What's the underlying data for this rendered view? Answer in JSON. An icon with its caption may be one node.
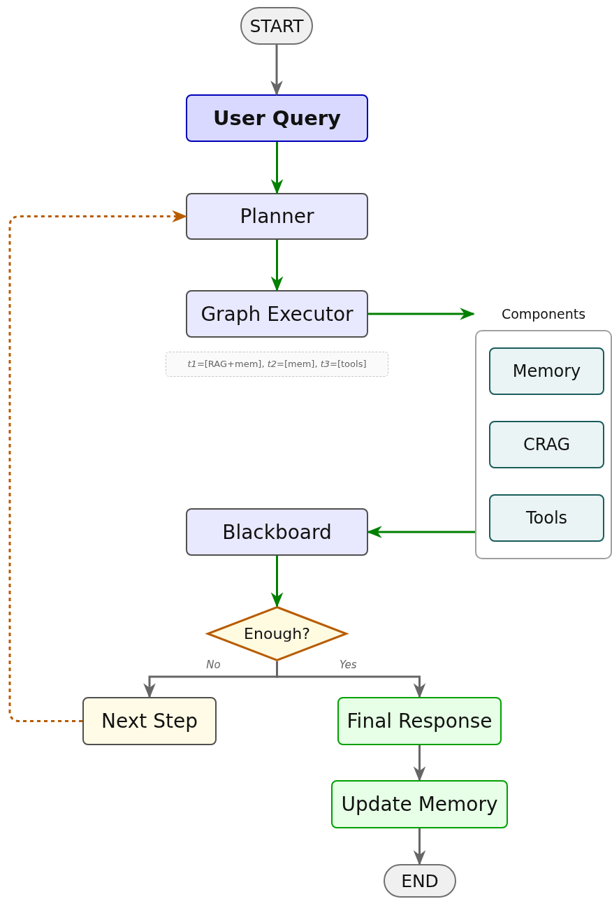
{
  "diagram": {
    "nodes": [
      {
        "text": [
          "START"
        ]
      },
      {
        "text": [
          "User Query"
        ]
      },
      {
        "text": [
          "Planner"
        ]
      },
      {
        "text": [
          "Graph Executor"
        ],
        "beside": [
          "*t1*=[RAG+mem], *t2*=[mem], *t3*=[tools]"
        ]
      },
      {
        "text": [
          "Components"
        ]
      },
      {
        "text": [
          "Memory"
        ],
        "in": 4
      },
      {
        "text": [
          "CRAG"
        ],
        "in": 4
      },
      {
        "text": [
          "Tools"
        ],
        "in": 4
      },
      {
        "text": [
          "Blackboard"
        ]
      },
      {
        "text": [
          "Enough?"
        ]
      },
      {
        "text": [
          "Next Step"
        ]
      },
      {
        "text": [
          "Final Response"
        ]
      },
      {
        "text": [
          "Update Memory"
        ]
      },
      {
        "text": [
          "END"
        ]
      }
    ],
    "edges": [
      {
        "from": 0,
        "to": 1,
        "arrow": "to"
      },
      {
        "from": 1,
        "to": 2,
        "arrow": "to",
        "color": "#008000"
      },
      {
        "from": 2,
        "to": 3,
        "arrow": "to",
        "color": "#008000"
      },
      {
        "from": 3,
        "to": 4,
        "arrow": "to",
        "color": "#008000"
      },
      {
        "from": 4,
        "to": 8,
        "arrow": "to",
        "color": "#008000"
      },
      {
        "from": 8,
        "to": 9,
        "arrow": "to",
        "color": "#008000"
      },
      {
        "from": 9,
        "to": 10,
        "arrow": "to",
        "label": "No"
      },
      {
        "from": 9,
        "to": 11,
        "arrow": "to",
        "label": "Yes"
      },
      {
        "from": 10,
        "to": 2,
        "arrow": "to",
        "style": "dashed",
        "color": "#b85c00"
      },
      {
        "from": 11,
        "to": 12,
        "arrow": "to"
      },
      {
        "from": 12,
        "to": 13,
        "arrow": "to"
      }
    ]
  }
}
